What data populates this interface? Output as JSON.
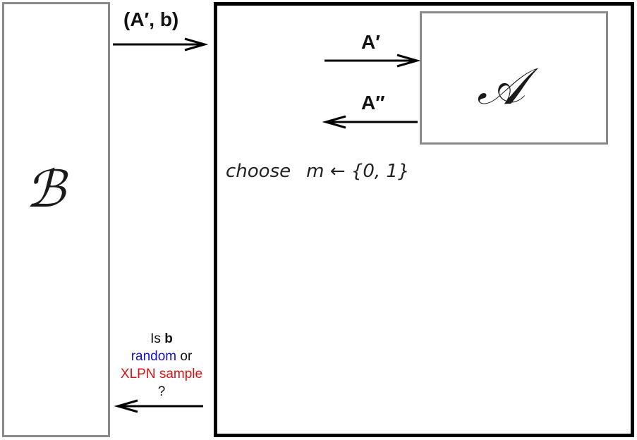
{
  "box_b": {
    "letter": "ℬ"
  },
  "box_a": {
    "letter": "𝒜"
  },
  "arrow_to_challenger": {
    "label": "(A′, b)"
  },
  "arrow_to_a": {
    "label": "A′"
  },
  "arrow_from_a": {
    "label": "A′′"
  },
  "choose": {
    "word": "choose",
    "expr": "m ← {0, 1}"
  },
  "question": {
    "line1_prefix": "Is ",
    "line1_bold": "b",
    "random": "random",
    "or": " or",
    "sample": "XLPN sample",
    "mark": "?"
  },
  "colors": {
    "random": "#1010cc",
    "sample": "#e01010",
    "frame": "#000000",
    "outline": "#8a8a8a"
  }
}
